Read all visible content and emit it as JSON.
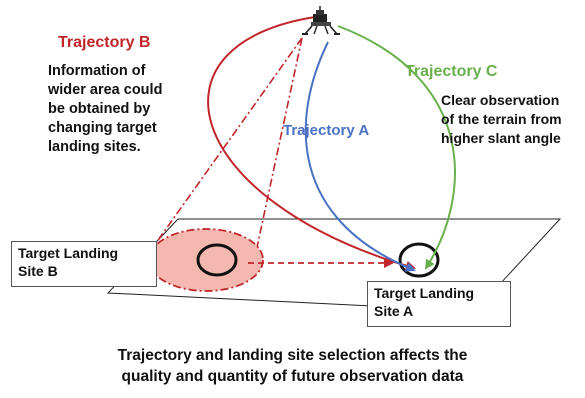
{
  "labels": {
    "trajectory_b": "Trajectory B",
    "trajectory_c": "Trajectory C",
    "trajectory_a": "Trajectory A",
    "trajectory_b_desc": [
      "Information of",
      "wider area could",
      "be obtained by",
      "changing target",
      "landing sites."
    ],
    "trajectory_c_desc": [
      "Clear observation",
      "of the terrain from",
      "higher slant angle"
    ],
    "site_b": [
      "Target Landing",
      "Site B"
    ],
    "site_a": [
      "Target Landing",
      "Site A"
    ],
    "caption": [
      "Trajectory and landing site selection affects the",
      "quality and quantity of future observation data"
    ]
  },
  "colors": {
    "trajectory_a": "#4a72c4",
    "trajectory_b": "#c0262a",
    "trajectory_c": "#6ab04c",
    "cone_fill": "#f4b8b0"
  },
  "icons": {
    "lander": "lander-icon"
  }
}
